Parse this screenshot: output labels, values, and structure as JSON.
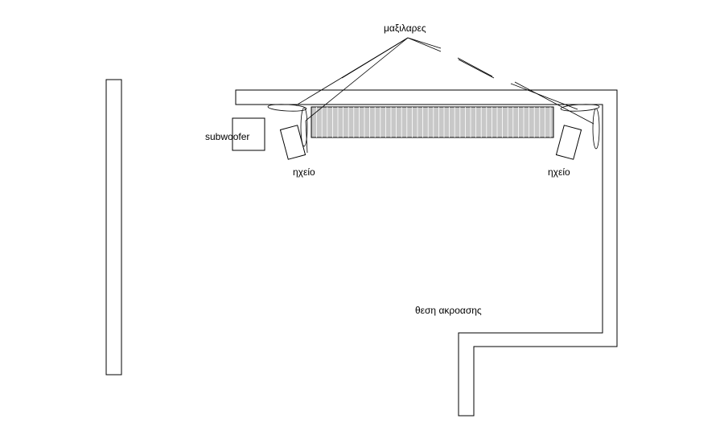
{
  "labels": {
    "pillows": "μαξιλαρες",
    "subwoofer": "subwoofer",
    "speaker_left": "ηχείο",
    "speaker_right": "ηχείο",
    "listening_position": "θεση ακροασης"
  },
  "colors": {
    "background": "#ffffff",
    "line": "#000000",
    "panel_fill": "#c8c8c8"
  }
}
